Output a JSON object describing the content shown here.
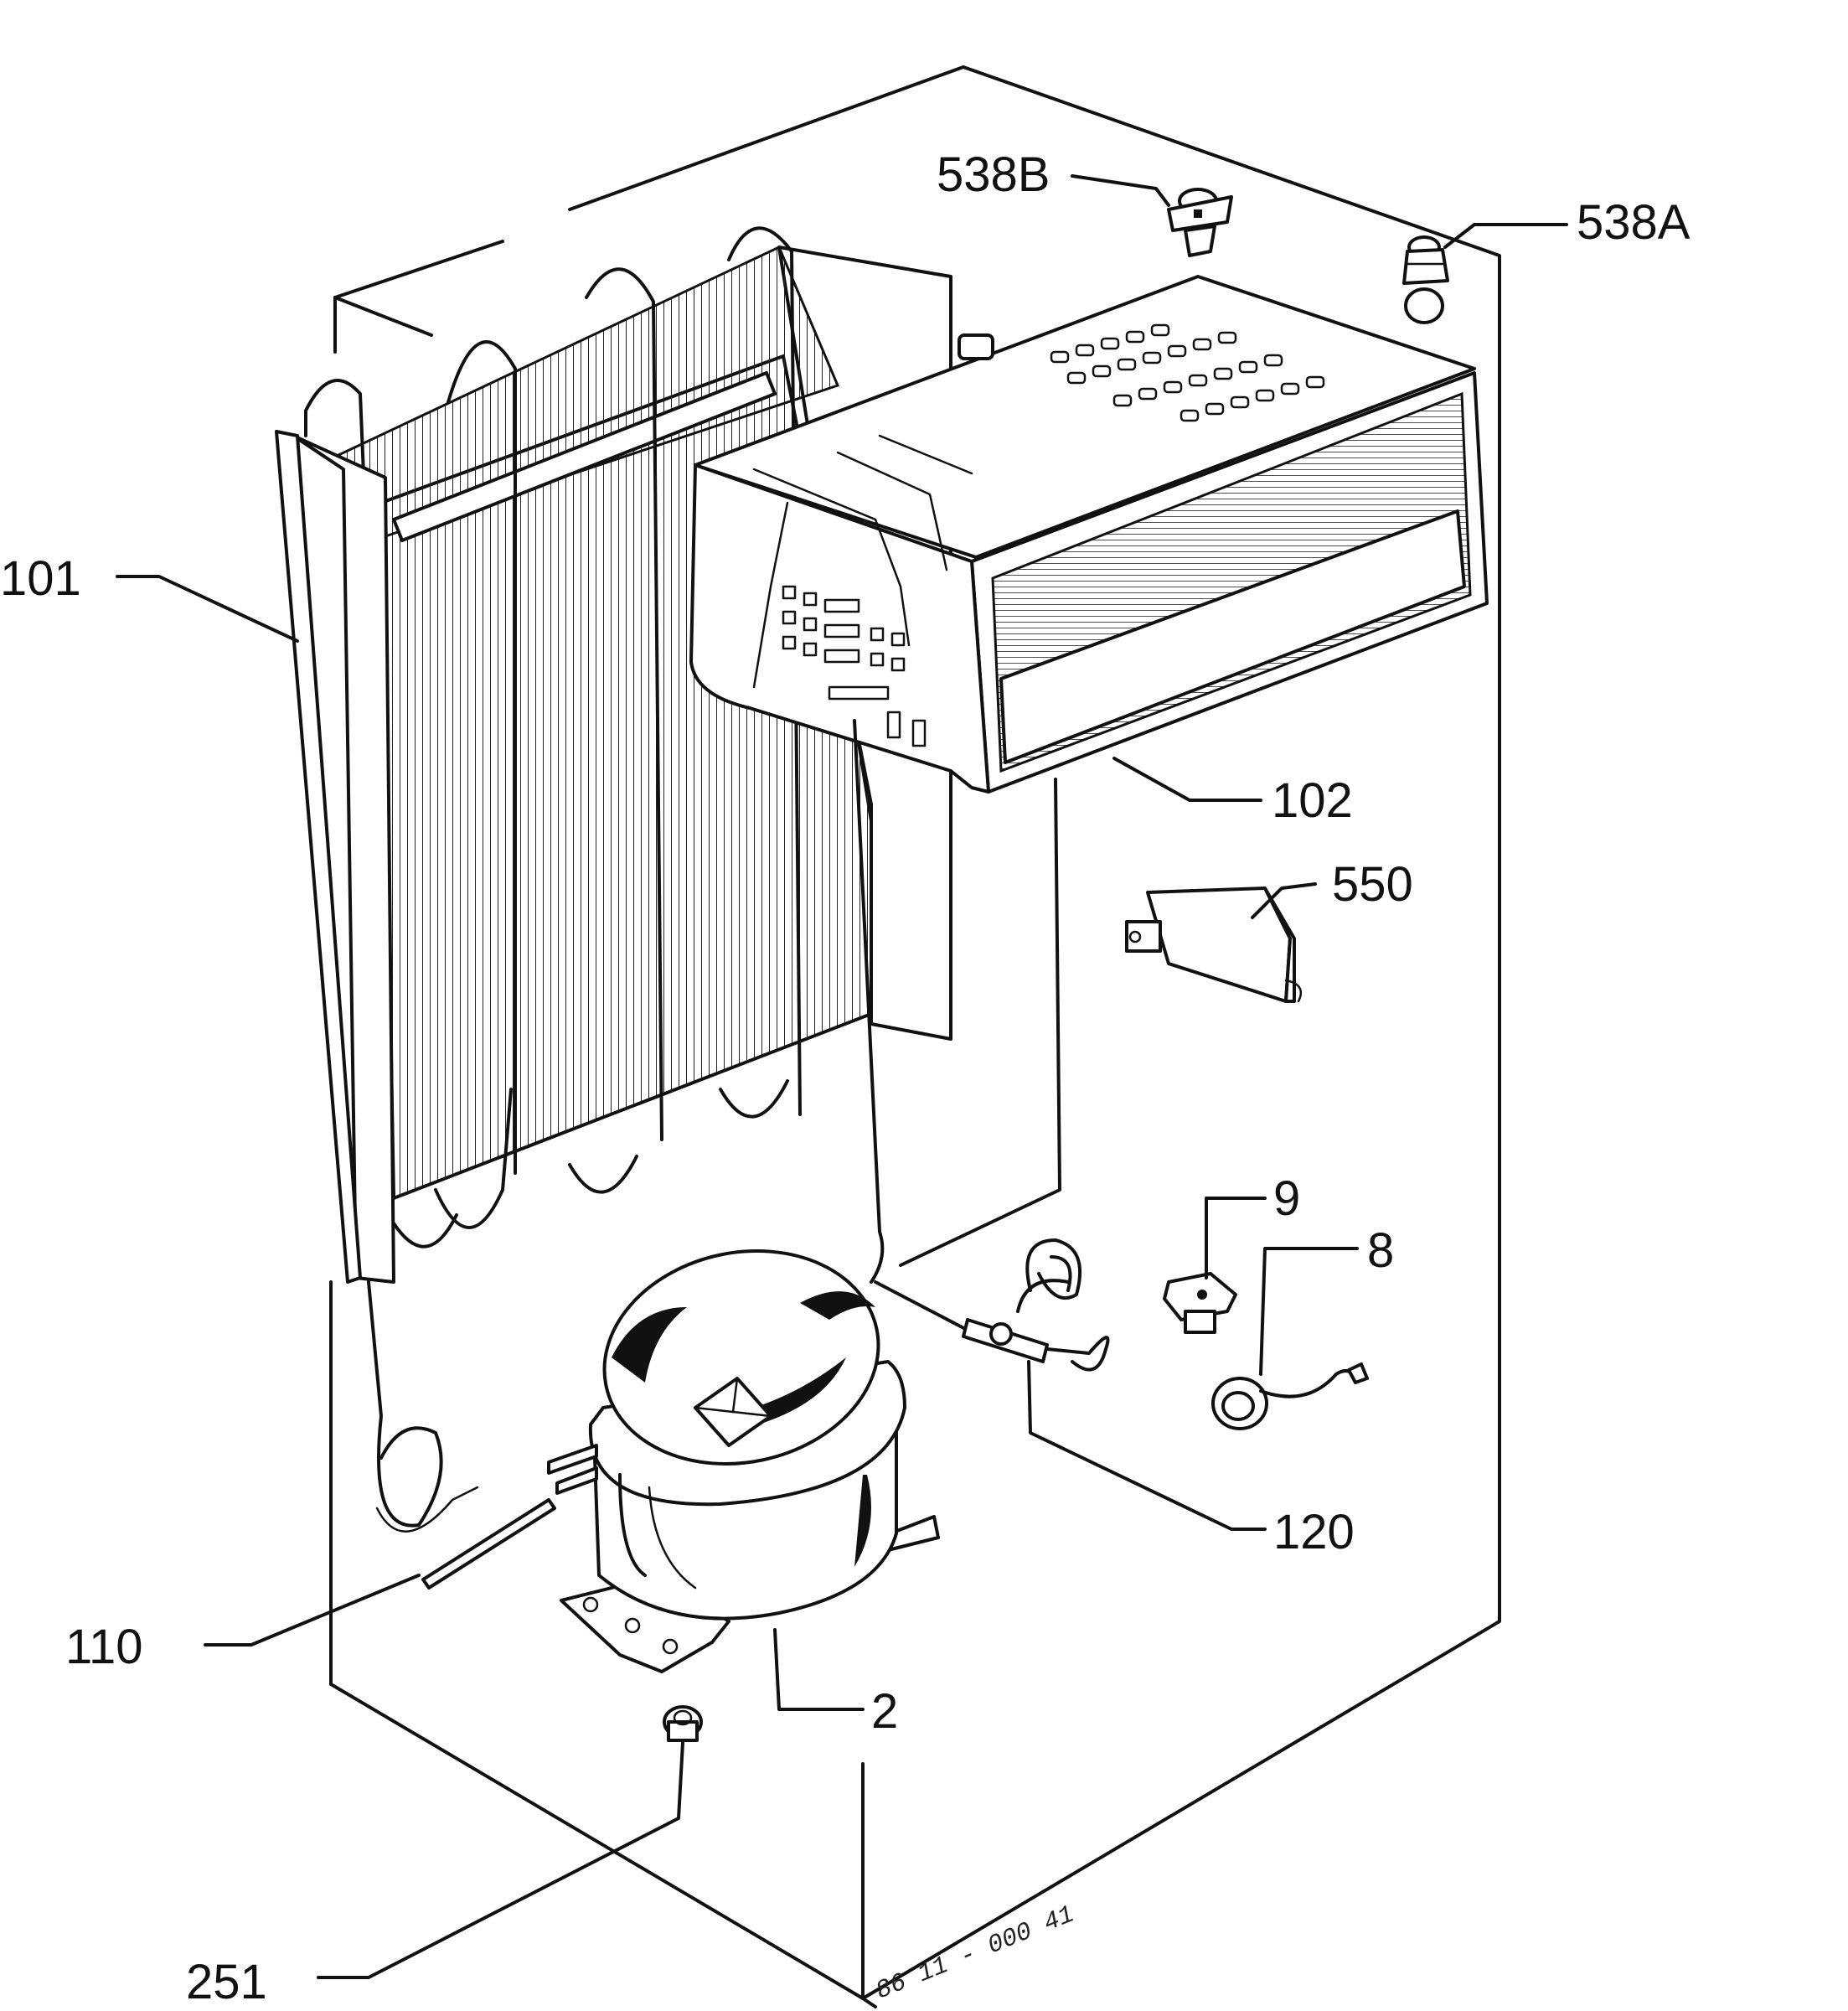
{
  "parts": [
    {
      "id": "p538B",
      "label": "538B"
    },
    {
      "id": "p538A",
      "label": "538A"
    },
    {
      "id": "p101",
      "label": "101"
    },
    {
      "id": "p102",
      "label": "102"
    },
    {
      "id": "p550",
      "label": "550"
    },
    {
      "id": "p9",
      "label": "9"
    },
    {
      "id": "p8",
      "label": "8"
    },
    {
      "id": "p120",
      "label": "120"
    },
    {
      "id": "p110",
      "label": "110"
    },
    {
      "id": "p2",
      "label": "2"
    },
    {
      "id": "p251",
      "label": "251"
    }
  ],
  "drawing_code": "86 11 - 000 41",
  "colors": {
    "ink": "#111111",
    "paper": "#ffffff"
  }
}
